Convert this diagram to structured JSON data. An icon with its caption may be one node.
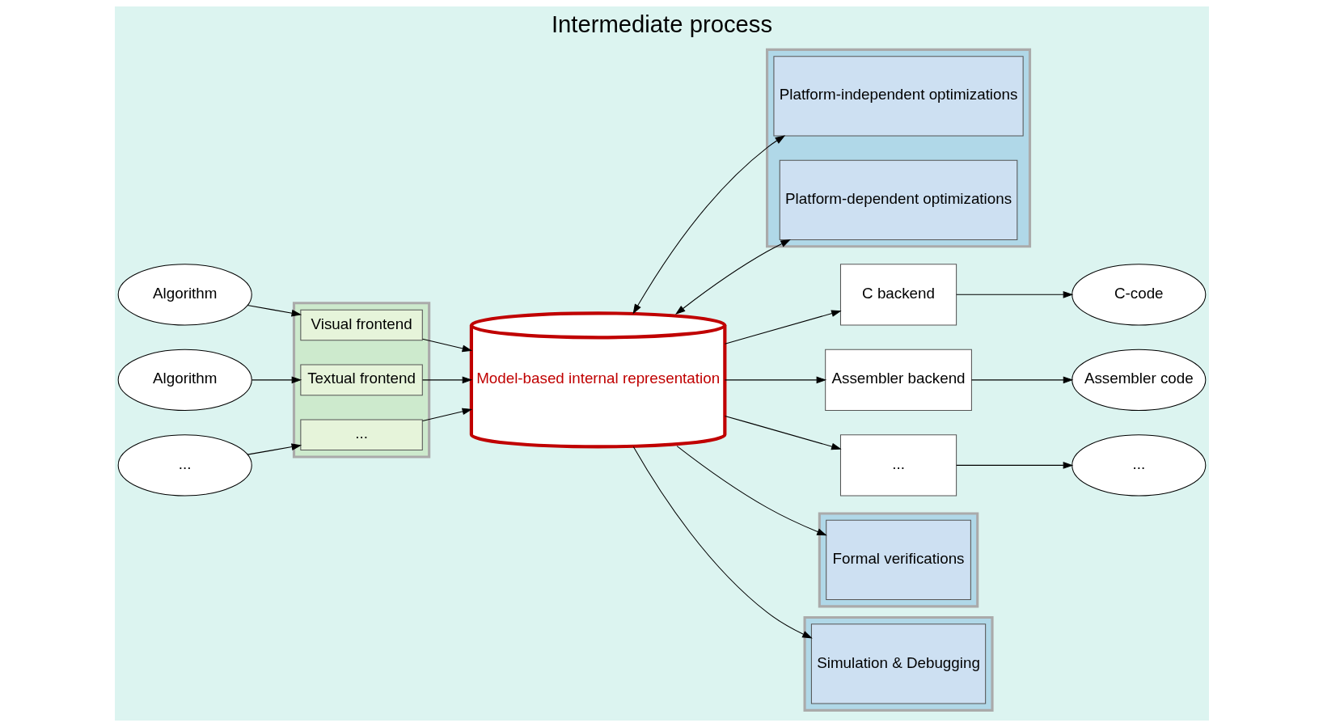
{
  "diagram": {
    "title": "Intermediate process",
    "nodes": [
      {
        "text": [],
        "shape": "box"
      },
      {
        "text": [
          "Platform-independent optimizations"
        ],
        "in": 0
      },
      {
        "text": [
          "Platform-dependent optimizations"
        ],
        "in": 0
      },
      {
        "text": [],
        "shape": "box"
      },
      {
        "text": [
          "Visual frontend"
        ],
        "in": 3
      },
      {
        "text": [
          "Textual frontend"
        ],
        "in": 3
      },
      {
        "text": [
          "..."
        ],
        "in": 3
      },
      {
        "text": [
          "Algorithm"
        ]
      },
      {
        "text": [
          "Algorithm"
        ]
      },
      {
        "text": [
          "..."
        ]
      },
      {
        "text": [
          "Model-based internal representation"
        ]
      },
      {
        "text": [
          "C backend"
        ]
      },
      {
        "text": [
          "Assembler backend"
        ]
      },
      {
        "text": [
          "..."
        ]
      },
      {
        "text": [
          "C-code"
        ]
      },
      {
        "text": [
          "Assembler code"
        ]
      },
      {
        "text": [
          "..."
        ]
      },
      {
        "text": [],
        "shape": "box"
      },
      {
        "text": [
          "Formal verifications"
        ],
        "in": 17
      },
      {
        "text": [],
        "shape": "box"
      },
      {
        "text": [
          "Simulation & Debugging"
        ],
        "in": 19
      }
    ],
    "edges": [
      {
        "from": 7,
        "to": 4,
        "arrow": "to"
      },
      {
        "from": 8,
        "to": 5,
        "arrow": "to"
      },
      {
        "from": 9,
        "to": 6,
        "arrow": "to"
      },
      {
        "from": 4,
        "to": 10,
        "arrow": "to"
      },
      {
        "from": 5,
        "to": 10,
        "arrow": "to"
      },
      {
        "from": 6,
        "to": 10,
        "arrow": "to"
      },
      {
        "from": 10,
        "to": 1,
        "arrow": "both"
      },
      {
        "from": 10,
        "to": 2,
        "arrow": "both"
      },
      {
        "from": 10,
        "to": 11,
        "arrow": "to"
      },
      {
        "from": 10,
        "to": 12,
        "arrow": "to"
      },
      {
        "from": 10,
        "to": 13,
        "arrow": "to"
      },
      {
        "from": 11,
        "to": 14,
        "arrow": "to"
      },
      {
        "from": 12,
        "to": 15,
        "arrow": "to"
      },
      {
        "from": 13,
        "to": 16,
        "arrow": "to"
      },
      {
        "from": 10,
        "to": 18,
        "arrow": "to"
      },
      {
        "from": 10,
        "to": 20,
        "arrow": "to"
      }
    ]
  }
}
